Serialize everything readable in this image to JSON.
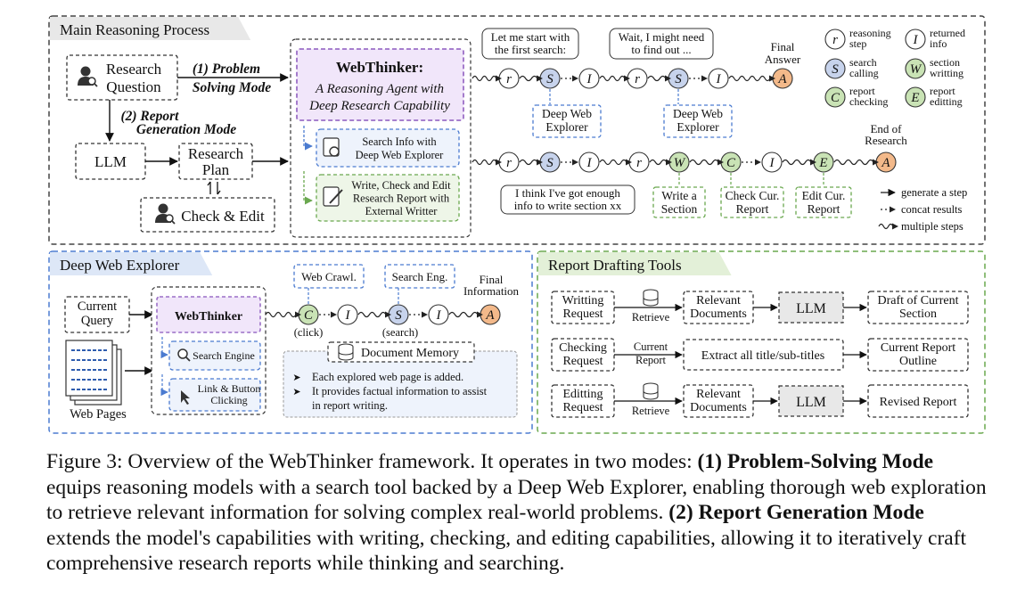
{
  "sections": {
    "main": "Main Reasoning Process",
    "explorer": "Deep Web Explorer",
    "tools": "Report Drafting Tools"
  },
  "main": {
    "research_question": [
      "Research",
      "Question"
    ],
    "mode1": [
      "(1) Problem",
      "Solving Mode"
    ],
    "mode2": [
      "(2) Report",
      "Generation Mode"
    ],
    "llm": "LLM",
    "research_plan": [
      "Research",
      "Plan"
    ],
    "check_edit": "Check & Edit",
    "webthinker_title": "WebThinker:",
    "webthinker_sub": [
      "A Reasoning Agent with",
      "Deep Research Capability"
    ],
    "tool_search": [
      "Search Info with",
      "Deep Web Explorer"
    ],
    "tool_write": [
      "Write, Check and Edit",
      "Research Report with",
      "External Writter"
    ],
    "bubble1": [
      "Let me start with",
      "the first search:"
    ],
    "bubble2": [
      "Wait, I might need",
      "to find out ..."
    ],
    "bubble3": [
      "I think I've got enough",
      "info to write section xx"
    ],
    "final_answer": [
      "Final",
      "Answer"
    ],
    "end_of_research": [
      "End of",
      "Research"
    ],
    "dwe_box": [
      "Deep Web",
      "Explorer"
    ],
    "write_section": [
      "Write a",
      "Section"
    ],
    "check_report": [
      "Check Cur.",
      "Report"
    ],
    "edit_report": [
      "Edit Cur.",
      "Report"
    ],
    "chain1": [
      "r",
      "S",
      "I",
      "r",
      "S",
      "I",
      "A"
    ],
    "chain2": [
      "r",
      "S",
      "I",
      "r",
      "W",
      "C",
      "I",
      "E",
      "A"
    ]
  },
  "legend": {
    "items": [
      {
        "sym": "r",
        "label": [
          "reasoning",
          "step"
        ]
      },
      {
        "sym": "I",
        "label": [
          "returned",
          "info"
        ]
      },
      {
        "sym": "S",
        "label": [
          "search",
          "calling"
        ]
      },
      {
        "sym": "W",
        "label": [
          "section",
          "writting"
        ]
      },
      {
        "sym": "C",
        "label": [
          "report",
          "checking"
        ]
      },
      {
        "sym": "E",
        "label": [
          "report",
          "editting"
        ]
      }
    ],
    "arrows": [
      "generate a step",
      "concat results",
      "multiple steps"
    ]
  },
  "explorer": {
    "current_query": [
      "Current",
      "Query"
    ],
    "web_pages": "Web Pages",
    "webthinker": "WebThinker",
    "search_engine": "Search Engine",
    "link_click": [
      "Link & Button",
      "Clicking"
    ],
    "web_crawl": "Web Crawl.",
    "search_eng": "Search Eng.",
    "click": "(click)",
    "search": "(search)",
    "final_info": [
      "Final",
      "Information"
    ],
    "doc_memory": "Document Memory",
    "bullets": [
      "Each explored web page is added.",
      "It provides factual information to assist",
      "in report writing."
    ],
    "chain": [
      "C",
      "I",
      "S",
      "I",
      "A"
    ]
  },
  "tools": {
    "rows": [
      {
        "request": [
          "Writting",
          "Request"
        ],
        "mid": "Retrieve",
        "mid_db": true,
        "box": [
          "Relevant",
          "Documents"
        ],
        "llm": "LLM",
        "output": [
          "Draft of Current",
          "Section"
        ]
      },
      {
        "request": [
          "Checking",
          "Request"
        ],
        "mid": [
          "Current",
          "Report"
        ],
        "mid_db": false,
        "box": [
          "Extract all title/sub-titles"
        ],
        "llm": "",
        "output": [
          "Current Report",
          "Outline"
        ]
      },
      {
        "request": [
          "Editting",
          "Request"
        ],
        "mid": "Retrieve",
        "mid_db": true,
        "box": [
          "Relevant",
          "Documents"
        ],
        "llm": "LLM",
        "output": [
          "Revised Report"
        ]
      }
    ]
  },
  "caption": {
    "p1": "Figure 3: Overview of the WebThinker framework. It operates in two modes: ",
    "b1": "(1) Problem-Solving Mode",
    "p2": " equips reasoning models with a search tool backed by a Deep Web Explorer, enabling thorough web exploration to retrieve relevant information for solving complex real-world problems. ",
    "b2": "(2) Report Generation Mode",
    "p3": " extends the model's capabilities with writing, checking, and editing capabilities, allowing it to iteratively craft comprehensive research reports while thinking and searching."
  },
  "colors": {
    "r": "#ffffff",
    "S": "#c7d3ec",
    "I": "#ffffff",
    "A": "#f3b98a",
    "W": "#c9e3b5",
    "C": "#c9e3b5",
    "E": "#c9e3b5",
    "blue_dash": "#4b7bd0",
    "green_dash": "#6aa84f",
    "purple": "#9b6fc7",
    "purple_fill": "#f1e6fa",
    "blue_fill": "#eef3fc",
    "green_fill": "#eef6e8"
  }
}
